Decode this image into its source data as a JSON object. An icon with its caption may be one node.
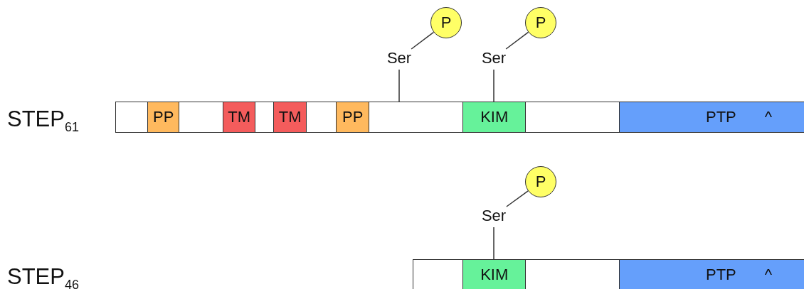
{
  "diagram": {
    "nodes": [
      {
        "text": [
          "P"
        ]
      },
      {
        "text": [
          "P"
        ]
      },
      {
        "text": [
          "Ser"
        ]
      },
      {
        "text": [
          "Ser"
        ]
      },
      {
        "text": [],
        "shape": "box"
      },
      {
        "text": [
          "PP"
        ]
      },
      {
        "text": [],
        "shape": "box"
      },
      {
        "text": [
          "TM"
        ]
      },
      {
        "text": [],
        "shape": "box"
      },
      {
        "text": [
          "TM"
        ]
      },
      {
        "text": [],
        "shape": "box"
      },
      {
        "text": [
          "PP"
        ]
      },
      {
        "text": [],
        "shape": "box"
      },
      {
        "text": [
          "KIM"
        ]
      },
      {
        "text": [],
        "shape": "box"
      },
      {
        "text": [
          "PTP",
          "^"
        ]
      },
      {
        "text": [
          "P"
        ]
      },
      {
        "text": [
          "Ser"
        ]
      },
      {
        "text": [],
        "shape": "box"
      },
      {
        "text": [
          "KIM"
        ]
      },
      {
        "text": [],
        "shape": "box"
      },
      {
        "text": [
          "PTP",
          "^"
        ]
      }
    ],
    "edges": [
      {
        "from": 2,
        "to": 0,
        "arrow": "none"
      },
      {
        "from": 3,
        "to": 1,
        "arrow": "none"
      },
      {
        "from": 2,
        "to": 12,
        "arrow": "none"
      },
      {
        "from": 3,
        "to": 13,
        "arrow": "none"
      },
      {
        "from": 17,
        "to": 16,
        "arrow": "none"
      },
      {
        "from": 17,
        "to": 19,
        "arrow": "none"
      }
    ],
    "labels": [
      "STEP$_{61}$",
      "STEP$_{46}$"
    ]
  }
}
